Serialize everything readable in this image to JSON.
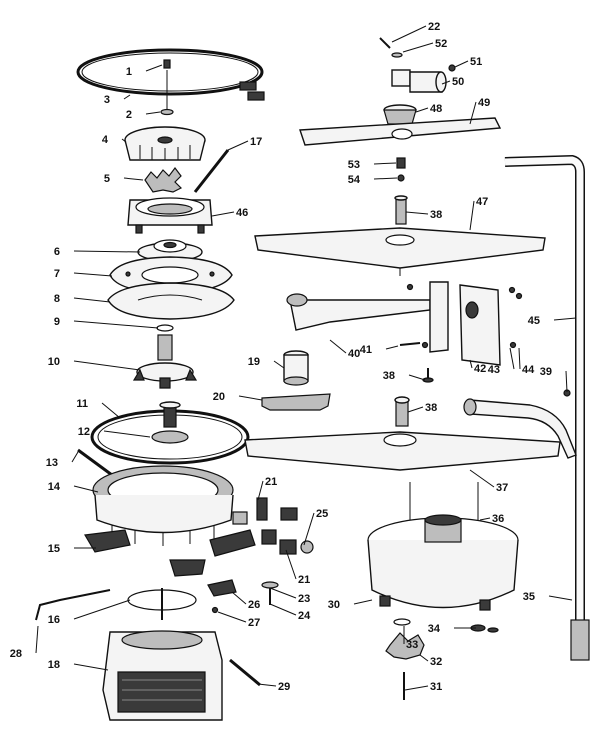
{
  "diagram": {
    "type": "exploded-parts-diagram",
    "part_numbers": [
      "1",
      "2",
      "3",
      "4",
      "5",
      "6",
      "7",
      "8",
      "9",
      "10",
      "11",
      "12",
      "13",
      "14",
      "15",
      "16",
      "17",
      "18",
      "19",
      "20",
      "21",
      "21",
      "22",
      "23",
      "24",
      "25",
      "26",
      "27",
      "28",
      "29",
      "30",
      "31",
      "32",
      "33",
      "34",
      "35",
      "36",
      "37",
      "38",
      "38",
      "38",
      "39",
      "40",
      "41",
      "42",
      "43",
      "44",
      "45",
      "46",
      "47",
      "48",
      "49",
      "50",
      "51",
      "52",
      "53",
      "54"
    ]
  }
}
